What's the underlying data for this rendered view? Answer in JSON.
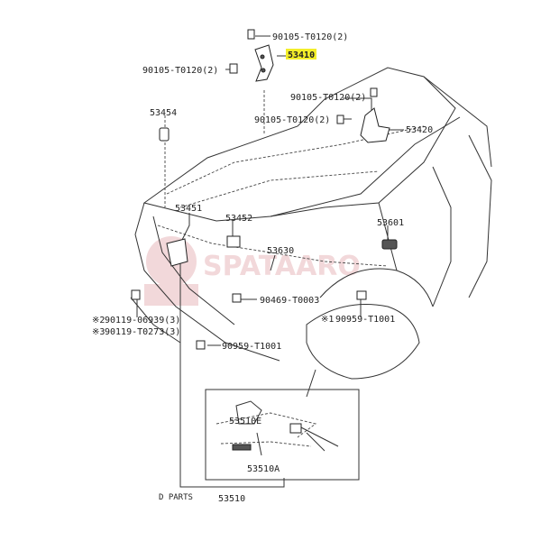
{
  "labels": {
    "p53410": "53410",
    "bolt_top": "90105-T0120(2)",
    "bolt_left": "90105-T0120(2)",
    "bolt_right1": "90105-T0120(2)",
    "bolt_right2": "90105-T0120(2)",
    "p53454": "53454",
    "p53420": "53420",
    "p53451": "53451",
    "p53452": "53452",
    "p53601": "53601",
    "p53630": "53630",
    "p90469": "90469-T0003",
    "p90959_right": "90959-T1001",
    "p90959_bottom": "90959-T1001",
    "clip_a": "90119-06939(3)",
    "clip_b": "90119-T0273(3)",
    "mark_2": "※2",
    "mark_3": "※3",
    "mark_1": "※1",
    "p53510E": "53510E",
    "p53510A": "53510A",
    "p53510": "53510",
    "parts_note": "D PARTS"
  },
  "watermark": "SPATAARO",
  "colors": {
    "highlight": "#f3ee2a",
    "watermark": "#e8b9bd"
  }
}
